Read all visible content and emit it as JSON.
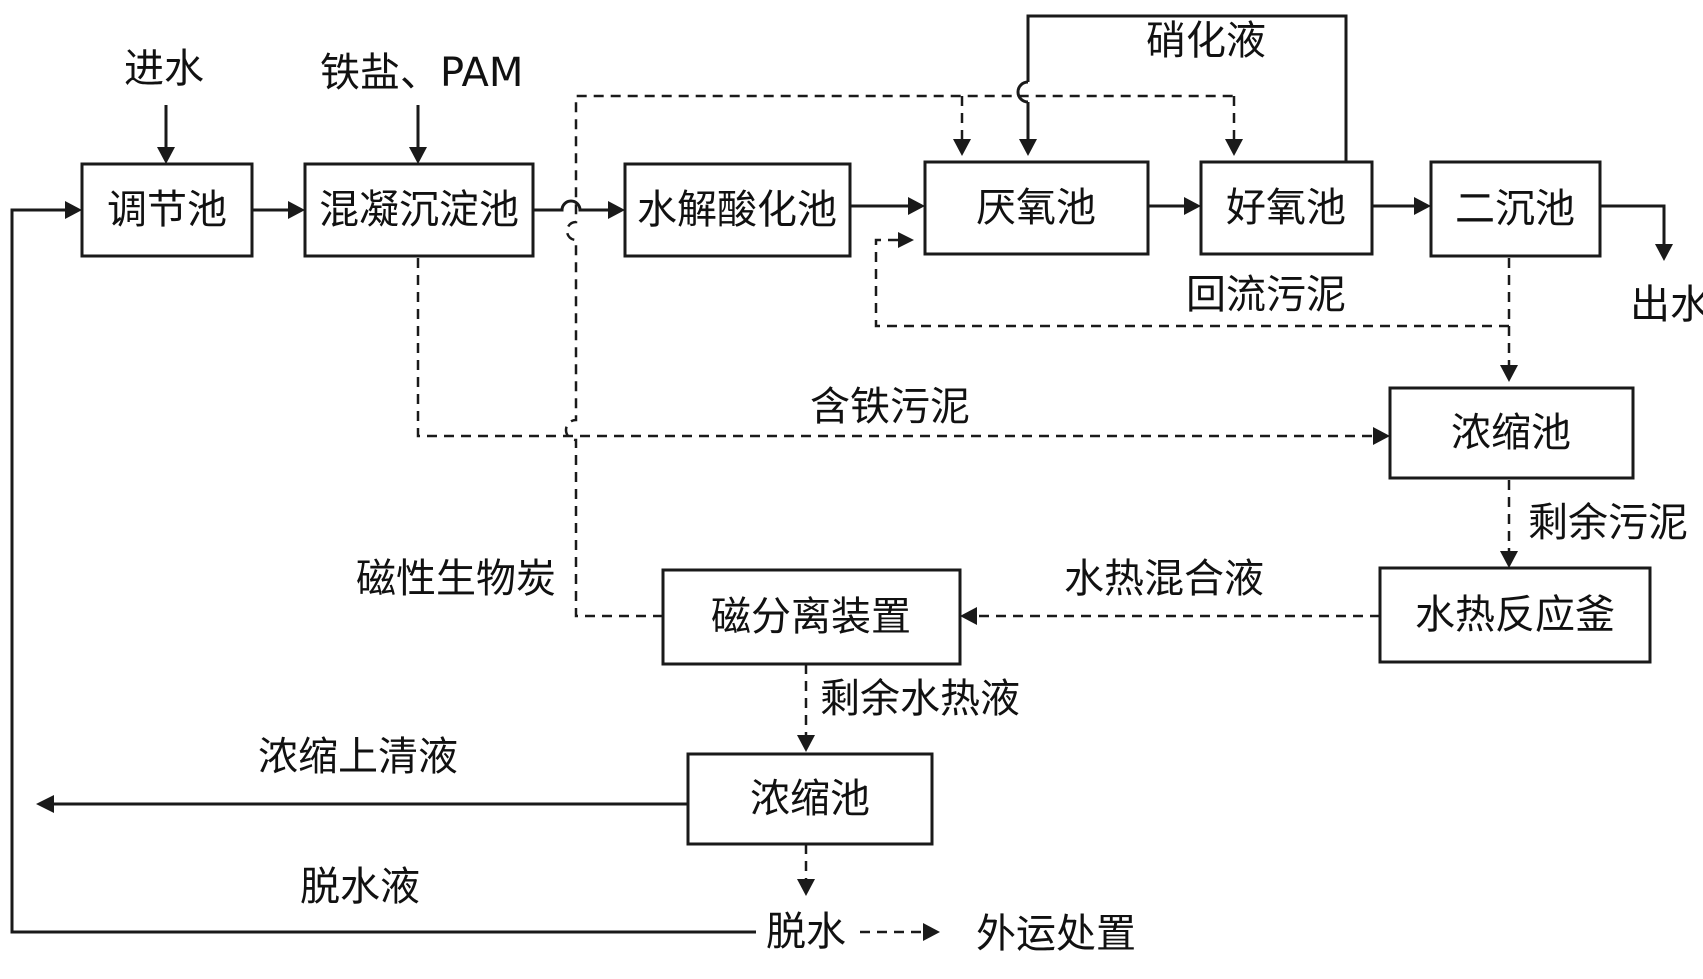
{
  "nodes": {
    "regulating_tank": "调节池",
    "coag_sedimentation_tank": "混凝沉淀池",
    "hydrolysis_acidification_tank": "水解酸化池",
    "anoxic_tank": "厌氧池",
    "aerobic_tank": "好氧池",
    "secondary_settling_tank": "二沉池",
    "thickening_tank_upper": "浓缩池",
    "hydrothermal_reactor": "水热反应釜",
    "magnetic_separator": "磁分离装置",
    "thickening_tank_lower": "浓缩池"
  },
  "labels": {
    "influent": "进水",
    "iron_salt_pam": "铁盐、PAM",
    "nitrified_liquid": "硝化液",
    "return_sludge": "回流污泥",
    "effluent": "出水",
    "iron_sludge": "含铁污泥",
    "excess_sludge": "剩余污泥",
    "magnetic_biochar": "磁性生物炭",
    "hydrothermal_mixture": "水热混合液",
    "residual_hydrothermal_liquid": "剩余水热液",
    "thickened_supernatant": "浓缩上清液",
    "dewatering_liquid": "脱水液",
    "dewatering": "脱水",
    "external_disposal": "外运处置"
  }
}
